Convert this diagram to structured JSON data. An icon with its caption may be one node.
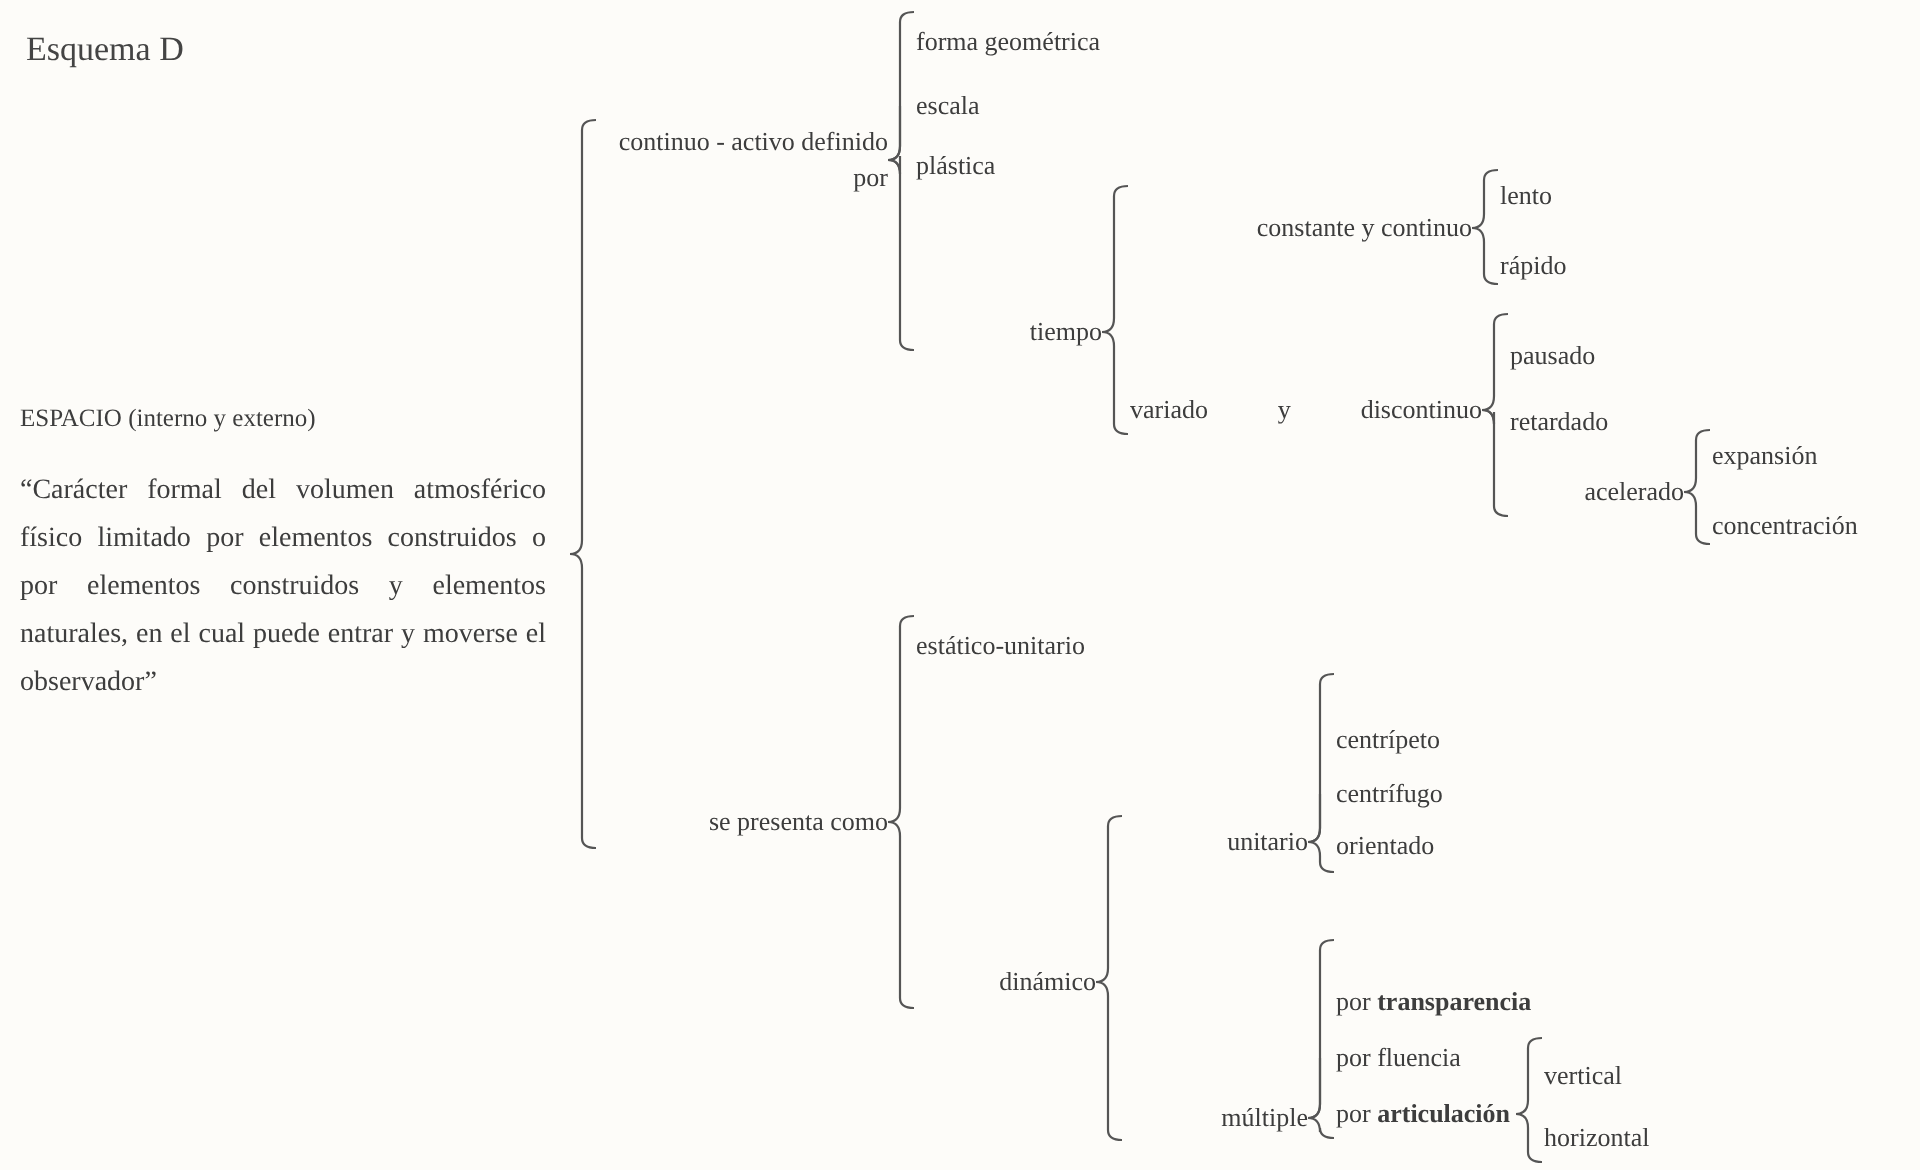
{
  "diagram": {
    "title": "Esquema D",
    "nodes": [
      {
        "text": [
          "ESPACIO (interno y externo)",
          "“Carácter formal del volumen atmosférico físico limitado por elementos construidos o por elementos construidos y elementos naturales, en el cual puede entrar y moverse el observador”"
        ]
      },
      {
        "text": [
          "continuo - activo definido por"
        ]
      },
      {
        "text": [
          "forma geométrica"
        ]
      },
      {
        "text": [
          "escala"
        ]
      },
      {
        "text": [
          "plástica"
        ]
      },
      {
        "text": [
          "tiempo"
        ]
      },
      {
        "text": [
          "constante y continuo"
        ]
      },
      {
        "text": [
          "lento"
        ]
      },
      {
        "text": [
          "rápido"
        ]
      },
      {
        "text": [
          "variado y discontinuo"
        ]
      },
      {
        "text": [
          "pausado"
        ]
      },
      {
        "text": [
          "retardado"
        ]
      },
      {
        "text": [
          "acelerado"
        ]
      },
      {
        "text": [
          "expansión"
        ]
      },
      {
        "text": [
          "concentración"
        ]
      },
      {
        "text": [
          "se presenta como"
        ]
      },
      {
        "text": [
          "estático-unitario"
        ]
      },
      {
        "text": [
          "dinámico"
        ]
      },
      {
        "text": [
          "unitario"
        ]
      },
      {
        "text": [
          "centrípeto"
        ]
      },
      {
        "text": [
          "centrífugo"
        ]
      },
      {
        "text": [
          "orientado"
        ]
      },
      {
        "text": [
          "múltiple"
        ]
      },
      {
        "text": [
          "por **transparencia**"
        ]
      },
      {
        "text": [
          "por fluencia"
        ]
      },
      {
        "text": [
          "por **articulación**"
        ]
      },
      {
        "text": [
          "vertical"
        ]
      },
      {
        "text": [
          "horizontal"
        ]
      }
    ],
    "edges": [
      {
        "from": 0,
        "to": 1,
        "arrow": "none"
      },
      {
        "from": 0,
        "to": 15,
        "arrow": "none"
      },
      {
        "from": 1,
        "to": 2,
        "arrow": "none"
      },
      {
        "from": 1,
        "to": 3,
        "arrow": "none"
      },
      {
        "from": 1,
        "to": 4,
        "arrow": "none"
      },
      {
        "from": 1,
        "to": 5,
        "arrow": "none"
      },
      {
        "from": 5,
        "to": 6,
        "arrow": "none"
      },
      {
        "from": 5,
        "to": 9,
        "arrow": "none"
      },
      {
        "from": 6,
        "to": 7,
        "arrow": "none"
      },
      {
        "from": 6,
        "to": 8,
        "arrow": "none"
      },
      {
        "from": 9,
        "to": 10,
        "arrow": "none"
      },
      {
        "from": 9,
        "to": 11,
        "arrow": "none"
      },
      {
        "from": 9,
        "to": 12,
        "arrow": "none"
      },
      {
        "from": 12,
        "to": 13,
        "arrow": "none"
      },
      {
        "from": 12,
        "to": 14,
        "arrow": "none"
      },
      {
        "from": 15,
        "to": 16,
        "arrow": "none"
      },
      {
        "from": 15,
        "to": 17,
        "arrow": "none"
      },
      {
        "from": 17,
        "to": 18,
        "arrow": "none"
      },
      {
        "from": 17,
        "to": 22,
        "arrow": "none"
      },
      {
        "from": 18,
        "to": 19,
        "arrow": "none"
      },
      {
        "from": 18,
        "to": 20,
        "arrow": "none"
      },
      {
        "from": 18,
        "to": 21,
        "arrow": "none"
      },
      {
        "from": 22,
        "to": 23,
        "arrow": "none"
      },
      {
        "from": 22,
        "to": 24,
        "arrow": "none"
      },
      {
        "from": 22,
        "to": 25,
        "arrow": "none"
      },
      {
        "from": 25,
        "to": 26,
        "arrow": "none"
      },
      {
        "from": 25,
        "to": 27,
        "arrow": "none"
      }
    ]
  }
}
